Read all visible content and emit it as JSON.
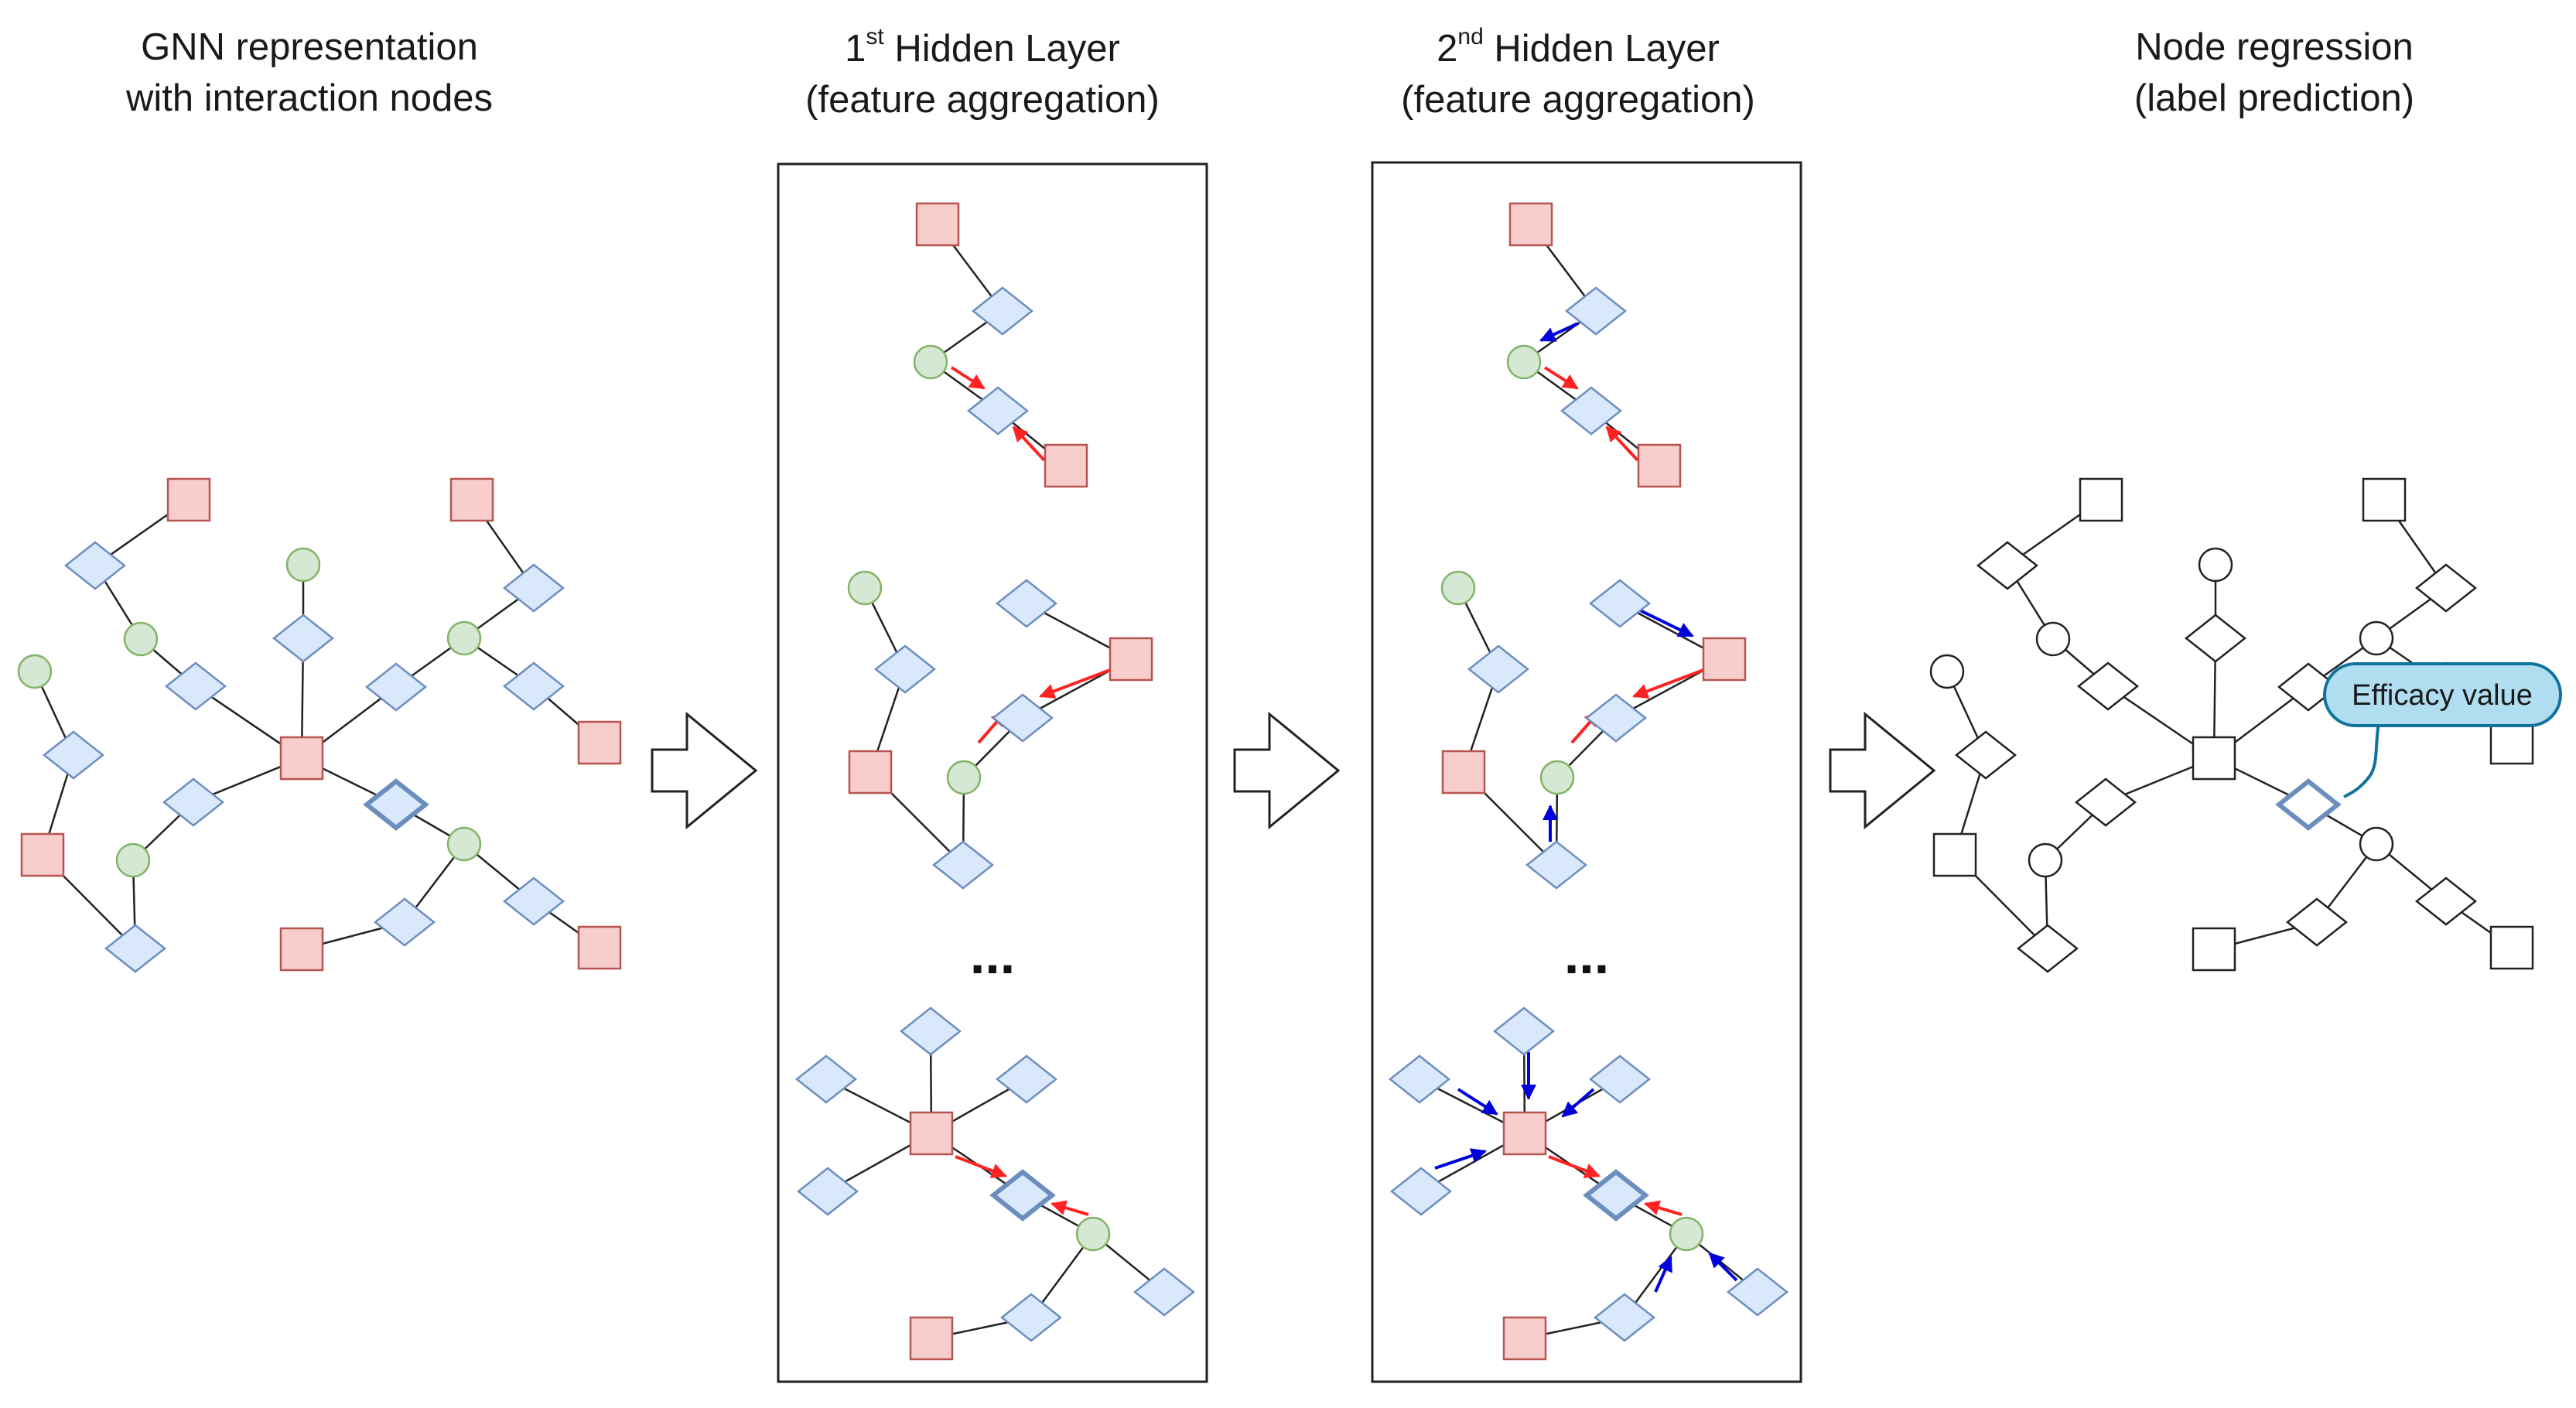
{
  "titles": {
    "panel1": {
      "line1": "GNN representation",
      "line2": "with interaction nodes"
    },
    "panel2": {
      "line1_num": "1",
      "line1_sup": "st",
      "line1_rest": " Hidden Layer",
      "line2": "(feature aggregation)"
    },
    "panel3": {
      "line1_num": "2",
      "line1_sup": "nd",
      "line1_rest": " Hidden Layer",
      "line2": "(feature aggregation)"
    },
    "panel4": {
      "line1": "Node regression",
      "line2": "(label prediction)"
    }
  },
  "ellipsis": "...",
  "callout": "Efficacy value",
  "colors": {
    "square_fill": "#f8cecc",
    "square_stroke": "#b85450",
    "diamond_fill": "#dae8fc",
    "diamond_stroke": "#6c8ebf",
    "circle_fill": "#d5e8d4",
    "circle_stroke": "#82b366",
    "first_hop_arrow": "#ff2222",
    "second_hop_arrow": "#0000dd",
    "callout_fill": "#b1ddf0",
    "callout_stroke": "#10739e"
  }
}
